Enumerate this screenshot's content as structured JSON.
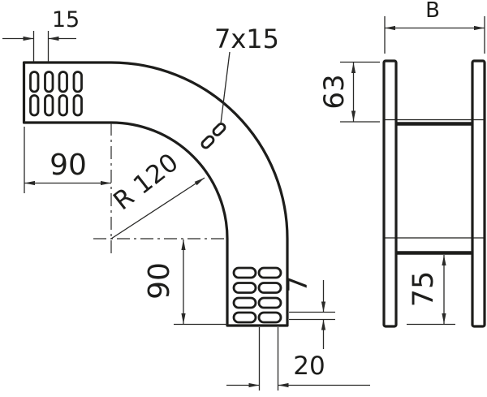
{
  "colors": {
    "line": "#1d1d1b",
    "background": "#ffffff"
  },
  "views": {
    "bend": {
      "dims": {
        "pitch": "15",
        "slot_label": "7x15",
        "horizontal_leg": "90",
        "radius": "R 120",
        "vertical_leg": "90",
        "slot_width": "7",
        "end_offset": "20"
      }
    },
    "section": {
      "dims": {
        "width_label": "B",
        "side_height": "63",
        "bottom_depth": "75"
      }
    }
  }
}
